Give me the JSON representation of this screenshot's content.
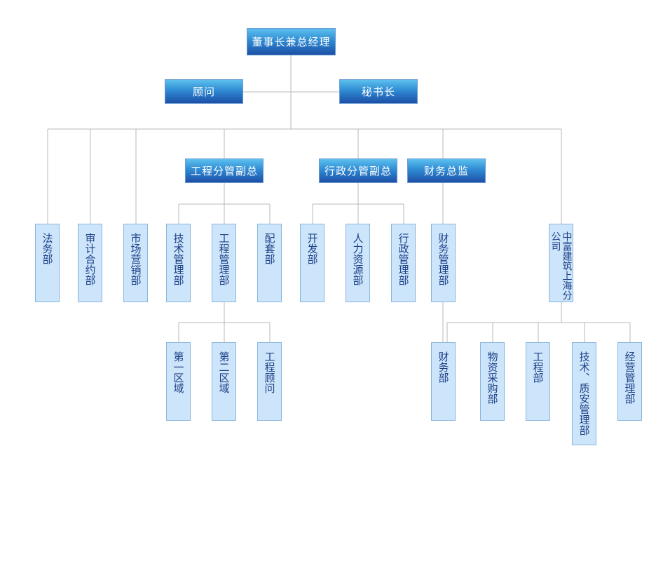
{
  "nodes": {
    "chairman": "董事长兼总经理",
    "advisor": "顾问",
    "secretary_general": "秘书长",
    "vp_engineering": "工程分管副总",
    "vp_admin": "行政分管副总",
    "cfo": "财务总监",
    "legal": "法务部",
    "audit_contract": "审计合约部",
    "marketing": "市场营销部",
    "tech_management": "技术管理部",
    "engineering_management": "工程管理部",
    "supporting": "配套部",
    "development": "开发部",
    "human_resources": "人力资源部",
    "admin_management": "行政管理部",
    "finance_management": "财务管理部",
    "shanghai_branch": "中富建筑上海分公司",
    "zone_one": "第一区域",
    "zone_two": "第二区域",
    "engineering_consultant": "工程顾问",
    "branch_finance": "财务部",
    "branch_procurement": "物资采购部",
    "branch_engineering": "工程部",
    "branch_tech_quality": "技术、质安管理部",
    "branch_operations": "经营管理部"
  }
}
